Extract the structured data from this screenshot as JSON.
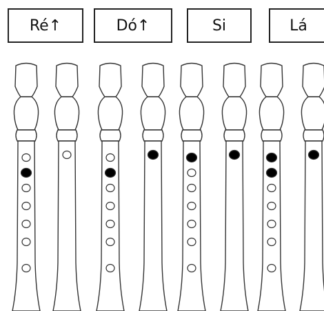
{
  "notes": [
    {
      "label": "Ré↑",
      "recorders": [
        {
          "view": "front",
          "holes": [
            "open",
            "closed",
            "open",
            "open",
            "open",
            "open",
            "open",
            "open"
          ]
        },
        {
          "view": "back",
          "thumb": "open"
        }
      ]
    },
    {
      "label": "Dó↑",
      "recorders": [
        {
          "view": "front",
          "holes": [
            "open",
            "closed",
            "open",
            "open",
            "open",
            "open",
            "open",
            "open"
          ]
        },
        {
          "view": "back",
          "thumb": "closed"
        }
      ]
    },
    {
      "label": "Si",
      "recorders": [
        {
          "view": "front",
          "holes": [
            "closed",
            "open",
            "open",
            "open",
            "open",
            "open",
            "open",
            "open"
          ]
        },
        {
          "view": "back",
          "thumb": "closed"
        }
      ]
    },
    {
      "label": "Lá",
      "recorders": [
        {
          "view": "front",
          "holes": [
            "closed",
            "closed",
            "open",
            "open",
            "open",
            "open",
            "open",
            "open"
          ]
        },
        {
          "view": "back",
          "thumb": "closed"
        }
      ]
    }
  ],
  "colors": {
    "outline": "#333333",
    "closed_hole": "#000000",
    "open_hole": "#ffffff",
    "body_fill": "#ffffff"
  }
}
